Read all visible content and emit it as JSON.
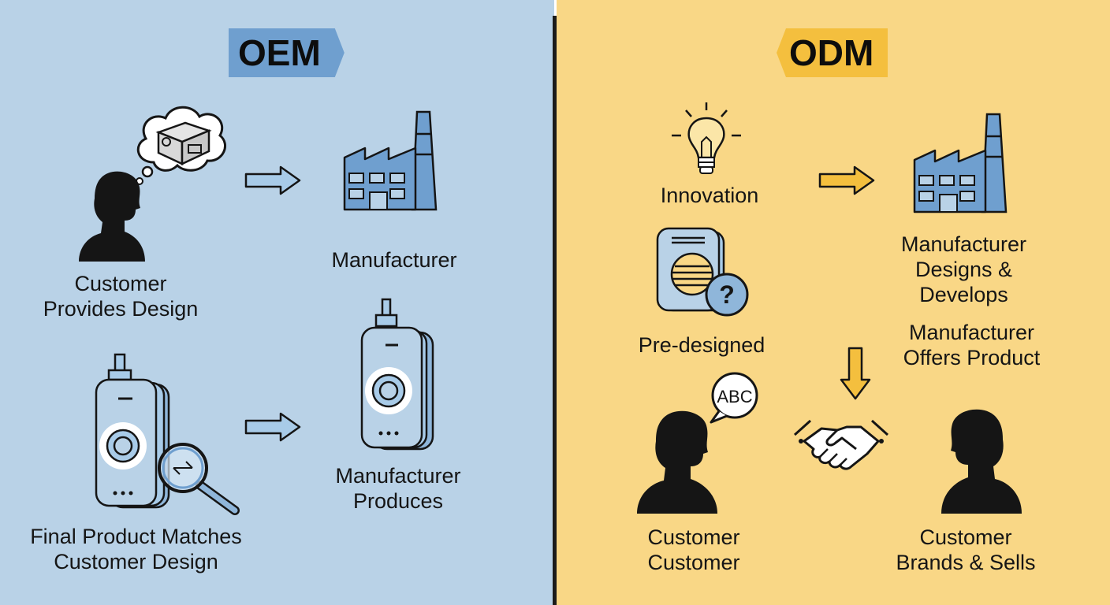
{
  "oem": {
    "title": "OEM",
    "customer_design": [
      "Customer",
      "Provides Design"
    ],
    "manufacturer": "Manufacturer",
    "manufacturer_produces": [
      "Manufacturer",
      "Produces"
    ],
    "final_product": [
      "Final Product Matches",
      "Customer Design"
    ]
  },
  "odm": {
    "title": "ODM",
    "innovation": "Innovation",
    "pre_designed": "Pre-designed",
    "manufacturer_designs": [
      "Manufacturer",
      "Designs &",
      "Develops"
    ],
    "manufacturer_offers": [
      "Manufacturer",
      "Offers Product"
    ],
    "speech_bubble": "ABC",
    "customer_left": [
      "Customer",
      "Customer"
    ],
    "customer_right": [
      "Customer",
      "Brands & Sells"
    ]
  },
  "colors": {
    "oem_background": "#b9d2e7",
    "odm_background": "#f9d786",
    "oem_accent": "#6f9fcf",
    "odm_accent": "#f4bf3e",
    "silhouette": "#151515"
  }
}
